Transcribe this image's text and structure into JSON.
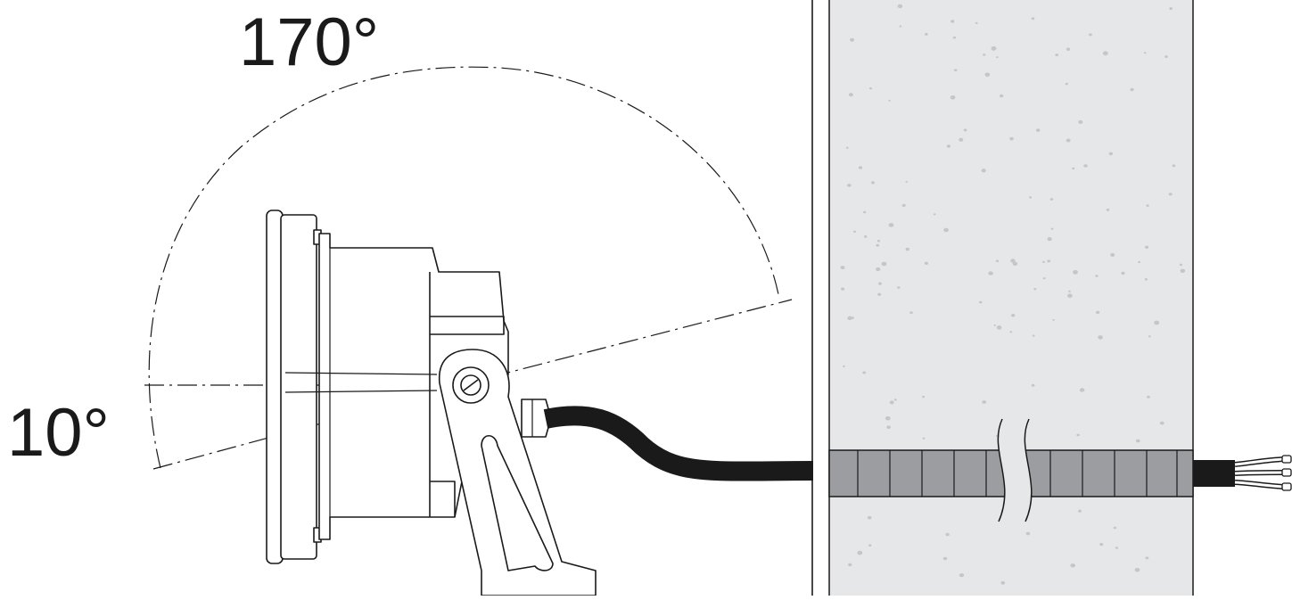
{
  "labels": {
    "max_angle": "170°",
    "min_angle": "10°"
  },
  "colors": {
    "line": "#1a1a1a",
    "wall_fill": "#e6e7e9",
    "sleeve_fill": "#9b9da0",
    "speckle": "#c3c6ca",
    "cable": "#1a1a1a"
  },
  "tilt_range_deg": {
    "min": 10,
    "max": 170
  }
}
